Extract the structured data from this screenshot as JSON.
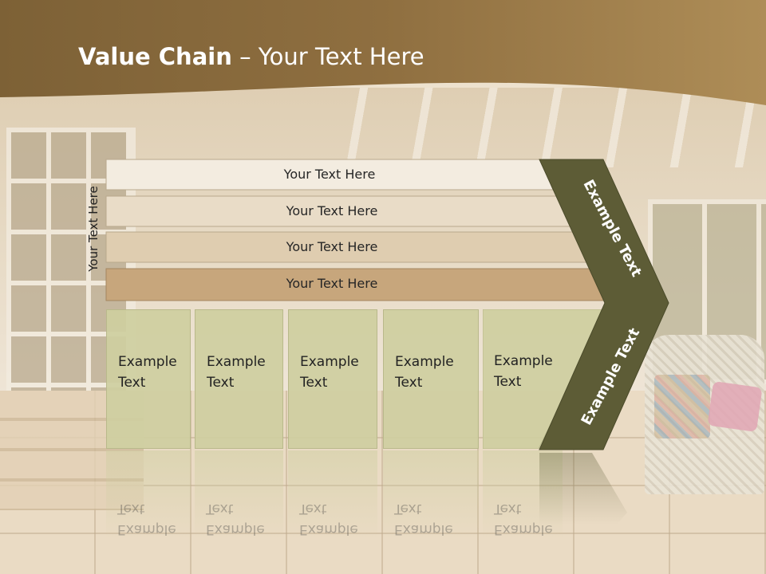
{
  "slide": {
    "title_bold": "Value Chain",
    "title_rest": " – Your Text Here",
    "side_label": "Your Text Here",
    "bars": [
      {
        "label": "Your Text Here"
      },
      {
        "label": "Your Text Here"
      },
      {
        "label": "Your Text Here"
      },
      {
        "label": "Your Text Here"
      }
    ],
    "boxes": [
      {
        "line1": "Example",
        "line2": "Text"
      },
      {
        "line1": "Example",
        "line2": "Text"
      },
      {
        "line1": "Example",
        "line2": "Text"
      },
      {
        "line1": "Example",
        "line2": "Text"
      },
      {
        "line1": "Example",
        "line2": "Text"
      }
    ],
    "chevron_top_label": "Example Text",
    "chevron_bottom_label": "Example Text"
  },
  "colors": {
    "header_brown": "#8f6b3b",
    "bar_fills": [
      "#f3ece0",
      "#e9dcc7",
      "#dfcdb0",
      "#c7a67c"
    ],
    "box_fill": "#cecea0",
    "chevron_fill": "#5d5c36"
  }
}
